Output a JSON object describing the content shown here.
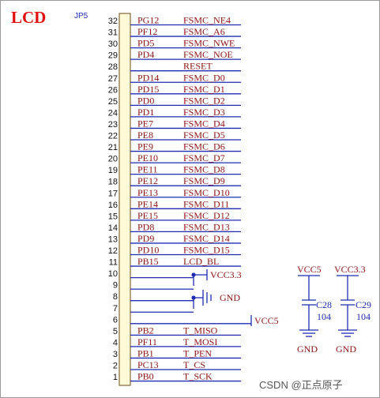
{
  "title": "LCD",
  "connector": {
    "ref": "JP5"
  },
  "pins": [
    {
      "num": "32",
      "port": "PG12",
      "signal": "FSMC_NE4"
    },
    {
      "num": "31",
      "port": "PF12",
      "signal": "FSMC_A6"
    },
    {
      "num": "30",
      "port": "PD5",
      "signal": "FSMC_NWE"
    },
    {
      "num": "29",
      "port": "PD4",
      "signal": "FSMC_NOE"
    },
    {
      "num": "28",
      "port": "",
      "signal": "RESET"
    },
    {
      "num": "27",
      "port": "PD14",
      "signal": "FSMC_D0"
    },
    {
      "num": "26",
      "port": "PD15",
      "signal": "FSMC_D1"
    },
    {
      "num": "25",
      "port": "PD0",
      "signal": "FSMC_D2"
    },
    {
      "num": "24",
      "port": "PD1",
      "signal": "FSMC_D3"
    },
    {
      "num": "23",
      "port": "PE7",
      "signal": "FSMC_D4"
    },
    {
      "num": "22",
      "port": "PE8",
      "signal": "FSMC_D5"
    },
    {
      "num": "21",
      "port": "PE9",
      "signal": "FSMC_D6"
    },
    {
      "num": "20",
      "port": "PE10",
      "signal": "FSMC_D7"
    },
    {
      "num": "19",
      "port": "PE11",
      "signal": "FSMC_D8"
    },
    {
      "num": "18",
      "port": "PE12",
      "signal": "FSMC_D9"
    },
    {
      "num": "17",
      "port": "PE13",
      "signal": "FSMC_D10"
    },
    {
      "num": "16",
      "port": "PE14",
      "signal": "FSMC_D11"
    },
    {
      "num": "15",
      "port": "PE15",
      "signal": "FSMC_D12"
    },
    {
      "num": "14",
      "port": "PD8",
      "signal": "FSMC_D13"
    },
    {
      "num": "13",
      "port": "PD9",
      "signal": "FSMC_D14"
    },
    {
      "num": "12",
      "port": "PD10",
      "signal": "FSMC_D15"
    },
    {
      "num": "11",
      "port": "PB15",
      "signal": "LCD_BL"
    },
    {
      "num": "10",
      "port": "",
      "signal": ""
    },
    {
      "num": "9",
      "port": "",
      "signal": ""
    },
    {
      "num": "8",
      "port": "",
      "signal": ""
    },
    {
      "num": "7",
      "port": "",
      "signal": ""
    },
    {
      "num": "6",
      "port": "",
      "signal": ""
    },
    {
      "num": "5",
      "port": "PB2",
      "signal": "T_MISO"
    },
    {
      "num": "4",
      "port": "PF11",
      "signal": "T_MOSI"
    },
    {
      "num": "3",
      "port": "PB1",
      "signal": "T_PEN"
    },
    {
      "num": "2",
      "port": "PC13",
      "signal": "T_CS"
    },
    {
      "num": "1",
      "port": "PB0",
      "signal": "T_SCK"
    }
  ],
  "power_labels": {
    "vcc33": "VCC3.3",
    "gnd": "GND",
    "vcc5": "VCC5"
  },
  "capacitors": [
    {
      "ref": "C28",
      "value": "104",
      "supply": "VCC5",
      "ground": "GND"
    },
    {
      "ref": "C29",
      "value": "104",
      "supply": "VCC3.3",
      "ground": "GND"
    }
  ],
  "watermark": "CSDN @正点原子",
  "colors": {
    "wire": "#1f2bb0",
    "label": "#8b1414",
    "title": "#e01010",
    "body_fill": "#fdfad8",
    "body_stroke": "#6b4b14",
    "junction": "#1f2bb0"
  }
}
